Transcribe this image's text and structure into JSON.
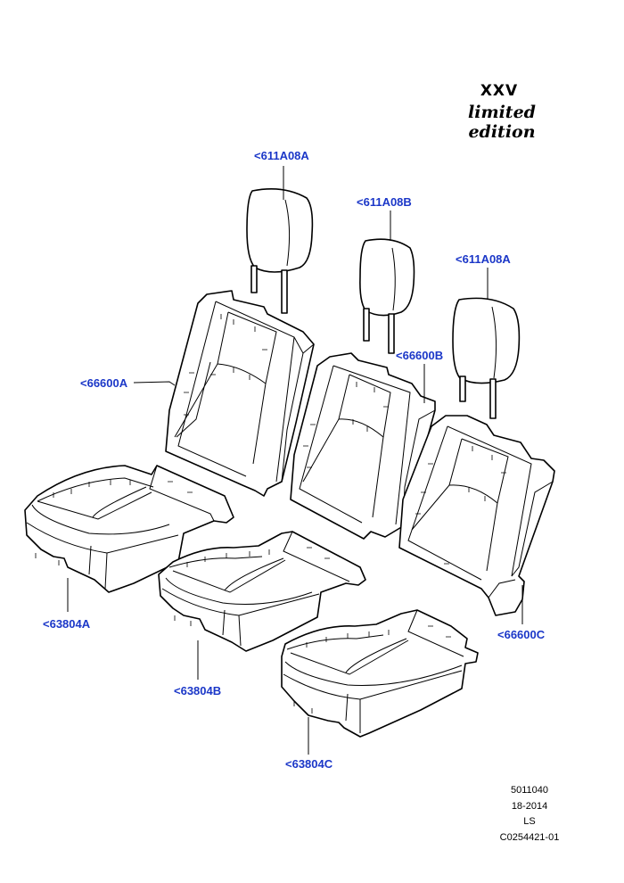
{
  "header": {
    "title": "XXV",
    "subtitle": "limited edition"
  },
  "callouts": {
    "headrest_left": "<611A08A",
    "headrest_center": "<611A08B",
    "headrest_right": "<611A08A",
    "back_left": "<66600A",
    "back_center": "<66600B",
    "back_right": "<66600C",
    "cushion_left": "<63804A",
    "cushion_center": "<63804B",
    "cushion_right": "<63804C"
  },
  "meta": {
    "code": "5011040",
    "date": "18-2014",
    "model": "LS",
    "illustration_id": "C0254421-01"
  },
  "colors": {
    "callout_text": "#1b37c8",
    "line_art": "#000000"
  }
}
